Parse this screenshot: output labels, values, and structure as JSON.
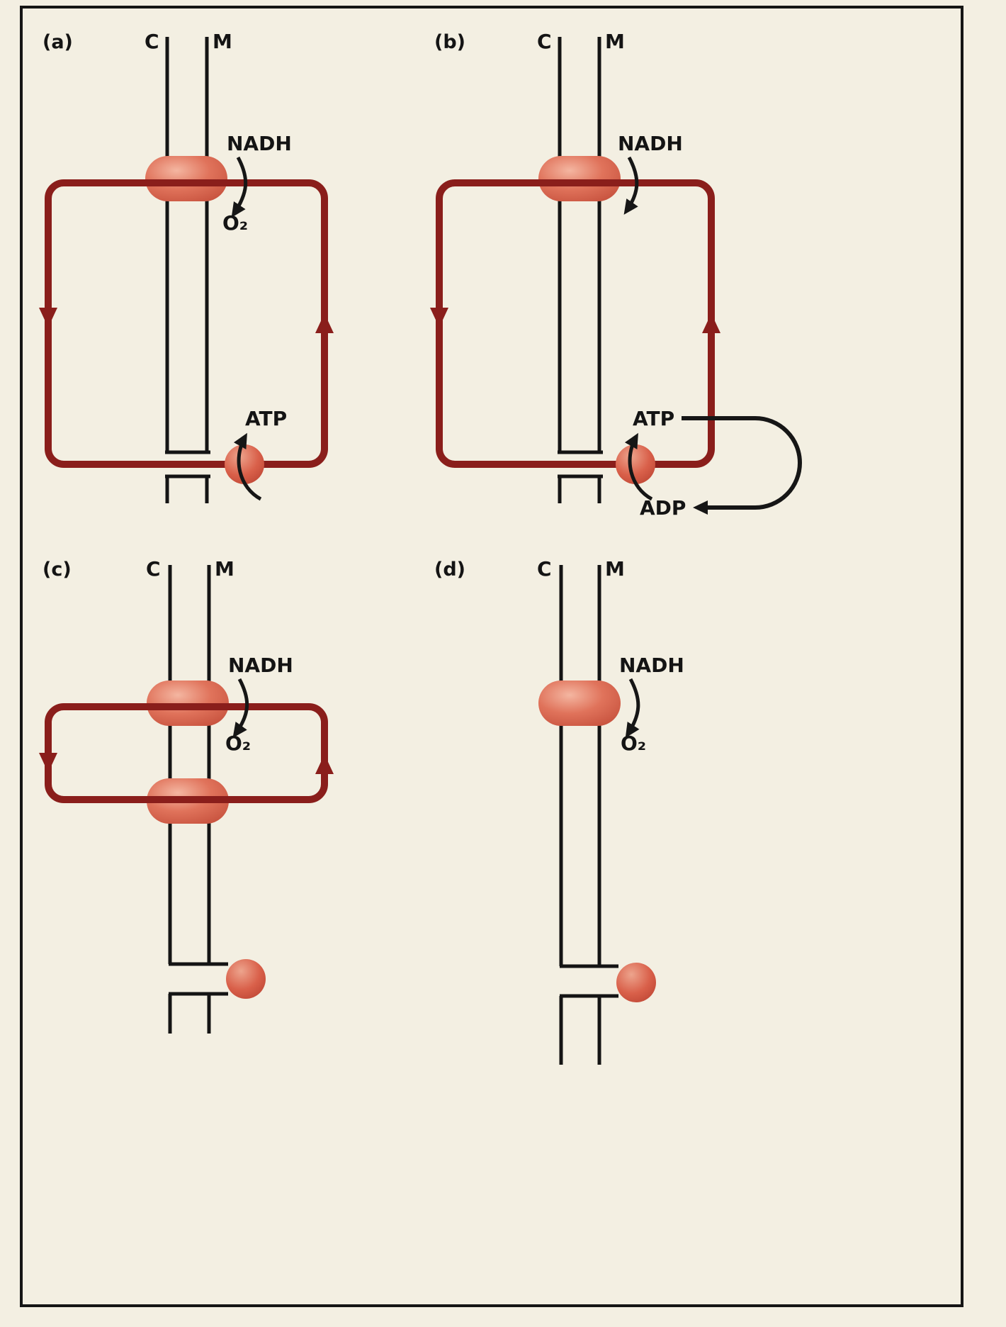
{
  "figure": {
    "description_colors": {
      "paper": "#f3efe2",
      "membrane_line": "#141414",
      "proton_circuit": "#8a1e1b",
      "complex_fill": "#e0735b",
      "knob_fill": "#d9604a",
      "black_arrow": "#161616"
    },
    "panels": {
      "a": {
        "label": "(a)",
        "c": "C",
        "m": "M",
        "nadh": "NADH",
        "o2": "O₂",
        "atp": "ATP"
      },
      "b": {
        "label": "(b)",
        "c": "C",
        "m": "M",
        "nadh": "NADH",
        "atp": "ATP",
        "adp": "ADP"
      },
      "c": {
        "label": "(c)",
        "c": "C",
        "m": "M",
        "nadh": "NADH",
        "o2": "O₂"
      },
      "d": {
        "label": "(d)",
        "c": "C",
        "m": "M",
        "nadh": "NADH",
        "o2": "O₂"
      }
    }
  }
}
